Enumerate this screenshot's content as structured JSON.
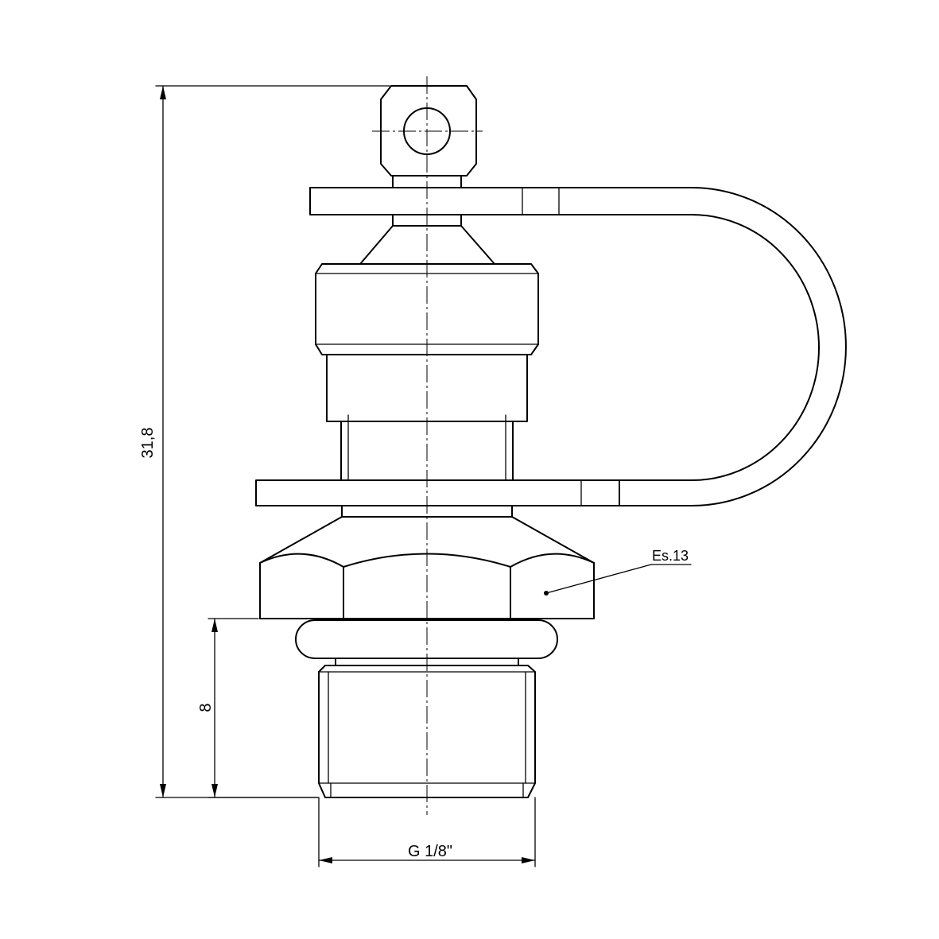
{
  "dimensions": {
    "overall_height": "31,8",
    "thread_length": "8",
    "thread_size": "G 1/8\""
  },
  "labels": {
    "hex_size": "Es.13"
  }
}
